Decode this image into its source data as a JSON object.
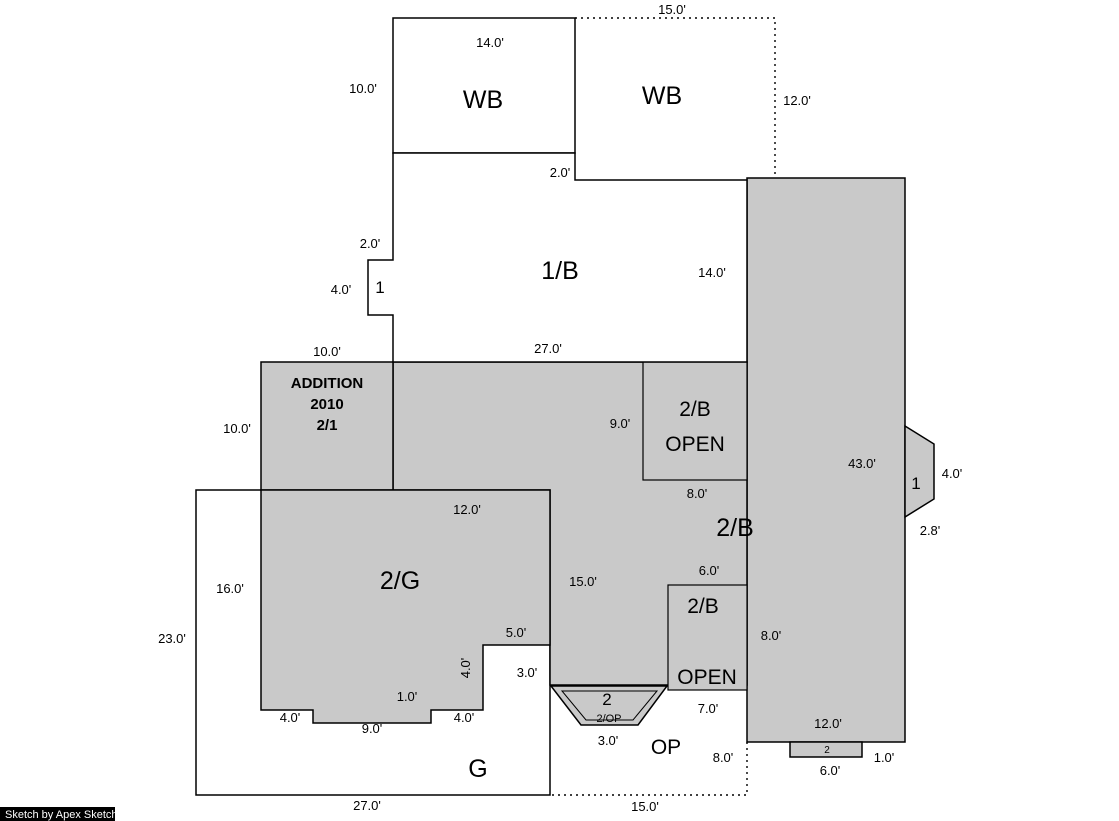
{
  "credit": "Sketch by Apex Sketch",
  "colors": {
    "area_fill": "#c9c9c9",
    "line": "#000000",
    "background": "#ffffff",
    "credit_bg": "#000000",
    "credit_text": "#ffffff"
  },
  "rooms": {
    "wb_left": "WB",
    "wb_right": "WB",
    "first_floor": "1/B",
    "addition_line1": "ADDITION",
    "addition_line2": "2010",
    "addition_line3": "2/1",
    "open_upper_line1": "2/B",
    "open_upper_line2": "OPEN",
    "second_floor": "2/B",
    "garage_second": "2/G",
    "open_lower_line1": "2/B",
    "open_lower_line2": "OPEN",
    "garage": "G",
    "open_porch": "OP",
    "steps_line1": "2",
    "steps_line2": "2/OP",
    "bay_marker": "1",
    "bump_marker": "1",
    "rear_step_marker": "2"
  },
  "dims": {
    "wb_right_width": "15.0'",
    "wb_left_width": "14.0'",
    "wb_left_height": "10.0'",
    "wb_right_height": "12.0'",
    "top_step": "2.0'",
    "bump_width": "2.0'",
    "bump_height": "4.0'",
    "first_floor_height": "14.0'",
    "first_floor_width": "27.0'",
    "addition_width": "10.0'",
    "addition_height": "10.0'",
    "open_upper_height": "9.0'",
    "open_upper_width": "8.0'",
    "right_wing_height": "43.0'",
    "bay_height": "4.0'",
    "bay_angle": "2.8'",
    "garage_second_width": "12.0'",
    "garage_second_height": "16.0'",
    "second_floor_left": "15.0'",
    "open_lower_width": "6.0'",
    "open_lower_height": "8.0'",
    "open_lower_bottom": "7.0'",
    "notch_width": "5.0'",
    "notch_height": "4.0'",
    "notch_bottom": "3.0'",
    "garage_bottom_left": "4.0'",
    "garage_bottom_mid": "9.0'",
    "garage_bottom_step": "1.0'",
    "garage_bottom_right": "4.0'",
    "steps_bottom": "3.0'",
    "right_wing_width": "12.0'",
    "rear_step_width": "6.0'",
    "rear_step_height": "1.0'",
    "open_porch_right": "8.0'",
    "garage_height": "23.0'",
    "garage_width": "27.0'",
    "open_porch_width": "15.0'"
  }
}
